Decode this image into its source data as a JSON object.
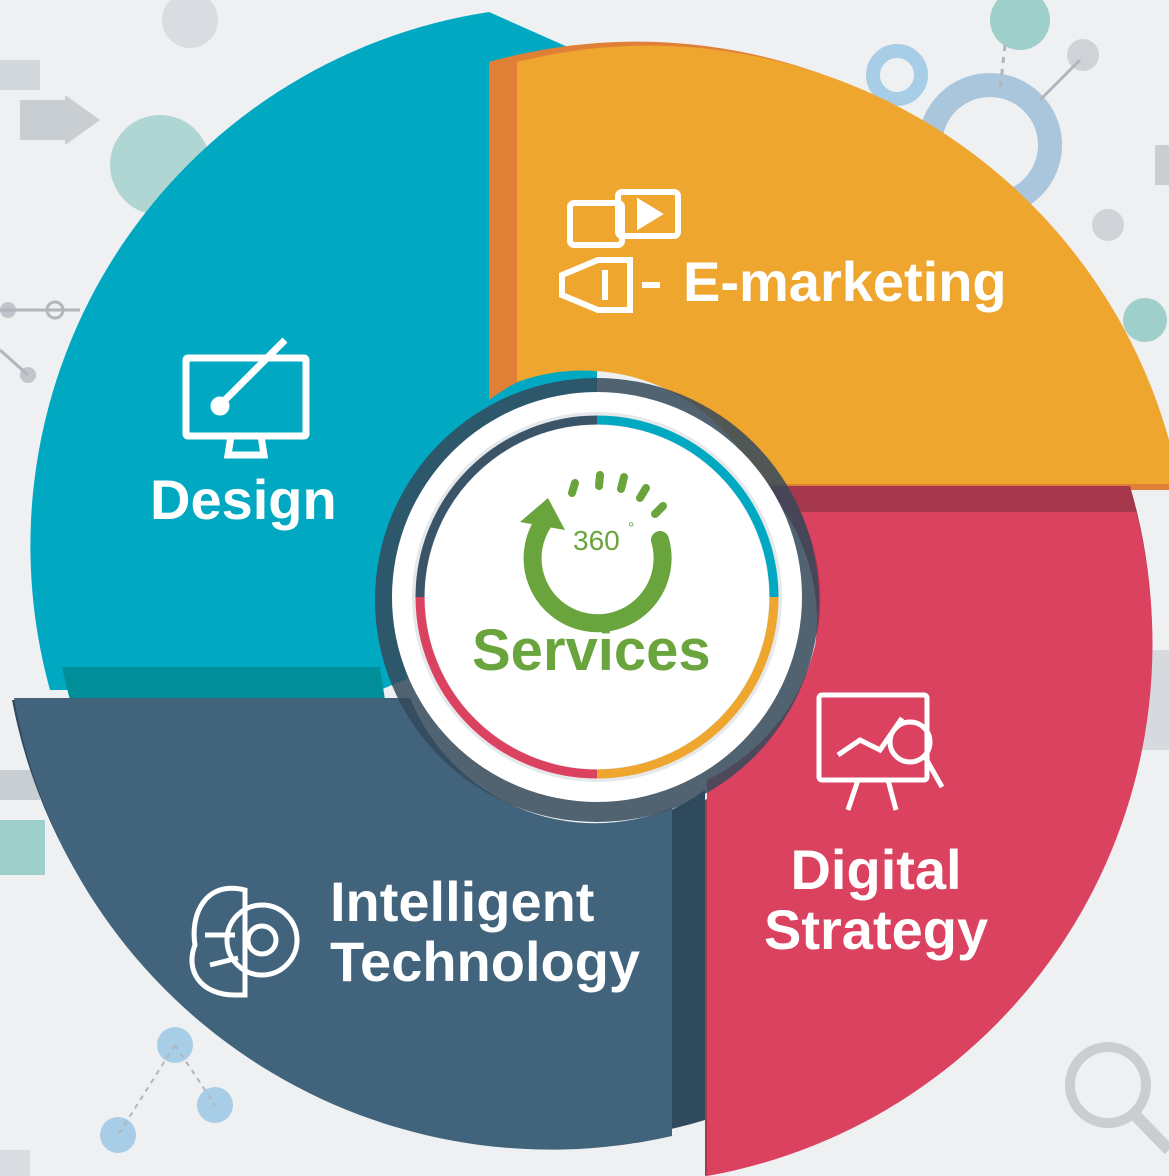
{
  "center": {
    "number": "360",
    "degree": "°",
    "title": "Services"
  },
  "segments": [
    {
      "id": "design",
      "lines": [
        "Design"
      ],
      "color": "#00a9c1",
      "icon": "monitor-brush-icon"
    },
    {
      "id": "emarketing",
      "lines": [
        "E-marketing"
      ],
      "color": "#eea62f",
      "icon": "megaphone-chat-icon"
    },
    {
      "id": "digital",
      "lines": [
        "Digital",
        "Strategy"
      ],
      "color": "#db4260",
      "icon": "presentation-analytics-icon"
    },
    {
      "id": "intelligent",
      "lines": [
        "Intelligent",
        "Technology"
      ],
      "color": "#41637c",
      "icon": "brain-gear-icon"
    }
  ],
  "colors": {
    "background": "#eef0f2",
    "center_green": "#6aa43d",
    "ring_dark": "#3c5468"
  }
}
